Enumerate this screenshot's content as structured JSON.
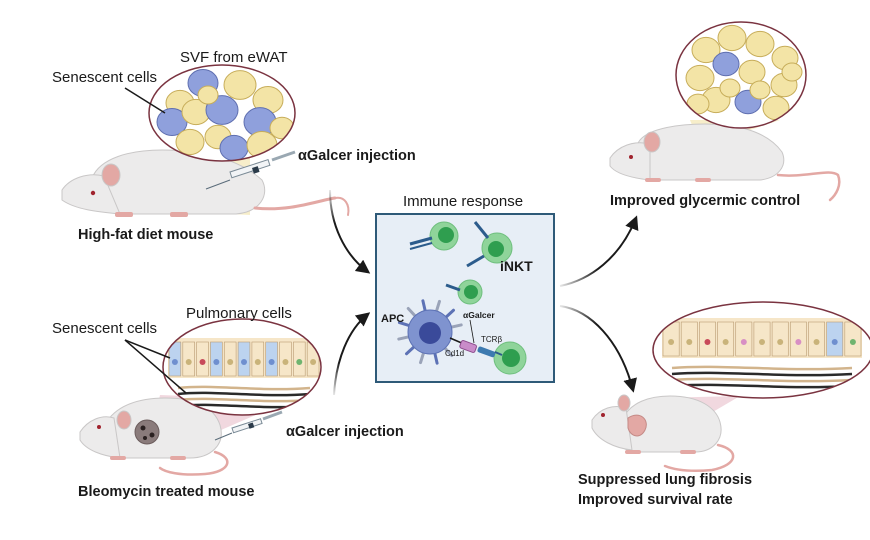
{
  "top_left": {
    "callout_label": "Senescent cells",
    "inset_title": "SVF from eWAT",
    "injection_label": "αGalcer injection",
    "mouse_label": "High-fat diet mouse"
  },
  "bottom_left": {
    "callout_label": "Senescent cells",
    "inset_title": "Pulmonary cells",
    "injection_label": "αGalcer injection",
    "mouse_label": "Bleomycin treated mouse"
  },
  "center": {
    "title": "Immune response",
    "inkt_label": "iNKT",
    "apc_label": "APC",
    "agalcer_label": "αGalcer",
    "cd1d_label": "Cd1d",
    "tcr_label": "TCRβ"
  },
  "top_right": {
    "outcome_label": "Improved glycermic control"
  },
  "bottom_right": {
    "outcome_line1": "Suppressed  lung  fibrosis",
    "outcome_line2": "Improved survival rate"
  },
  "colors": {
    "senescent_cell": "#8fa0dc",
    "adipocyte": "#f3e4a6",
    "inset_border": "#7a3340",
    "box_border": "#2e5a78",
    "box_fill": "#e7eef6",
    "inkt_cell": "#8fd49a",
    "inkt_nucleus": "#2f9e4f",
    "apc_cell": "#7f93cf",
    "apc_nucleus": "#3a4a9a",
    "mouse_body": "#ecebeb",
    "mouse_tail": "#e3a8a4"
  }
}
